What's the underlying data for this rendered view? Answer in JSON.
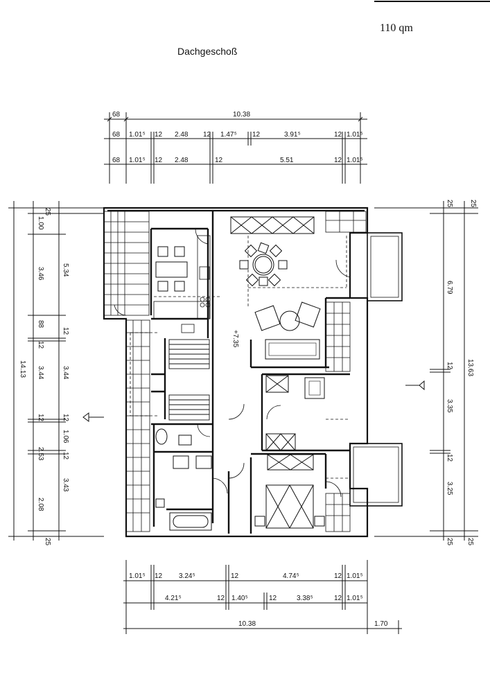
{
  "header": {
    "area_label": "110 qm",
    "floor_title": "Dachgeschoß"
  },
  "plan": {
    "top_dims": {
      "row1": [
        "68",
        "10.38"
      ],
      "row2": [
        "68",
        "1.01⁵",
        "12",
        "2.48",
        "12",
        "1.47⁵",
        "12",
        "3.91⁵",
        "12",
        "1.01⁵"
      ],
      "row3": [
        "68",
        "1.01⁵",
        "12",
        "2.48",
        "12",
        "5.51",
        "12",
        "1.01⁵"
      ]
    },
    "bottom_dims": {
      "row1": [
        "1.01⁵",
        "12",
        "3.24⁵",
        "12",
        "4.74⁵",
        "12",
        "1.01⁵"
      ],
      "row2": [
        "4.21⁵",
        "12",
        "1.40⁵",
        "12",
        "3.38⁵",
        "12",
        "1.01⁵"
      ],
      "row3": [
        "10.38",
        "1.70"
      ]
    },
    "left_dims": {
      "outer": [
        "25",
        "14.13",
        "25"
      ],
      "inner": [
        "1.00",
        "3.46",
        "88",
        "12",
        "3.44",
        "12",
        "2.53",
        "2.08"
      ],
      "second": [
        "5.34",
        "12",
        "3.44",
        "12",
        "1.06",
        "12",
        "3.43"
      ]
    },
    "right_dims": {
      "outer": [
        "25",
        "13.63",
        "25"
      ],
      "inner": [
        "25",
        "6.79",
        "12",
        "3.35",
        "12",
        "3.25",
        "25"
      ]
    },
    "level_label": "+7.35"
  }
}
